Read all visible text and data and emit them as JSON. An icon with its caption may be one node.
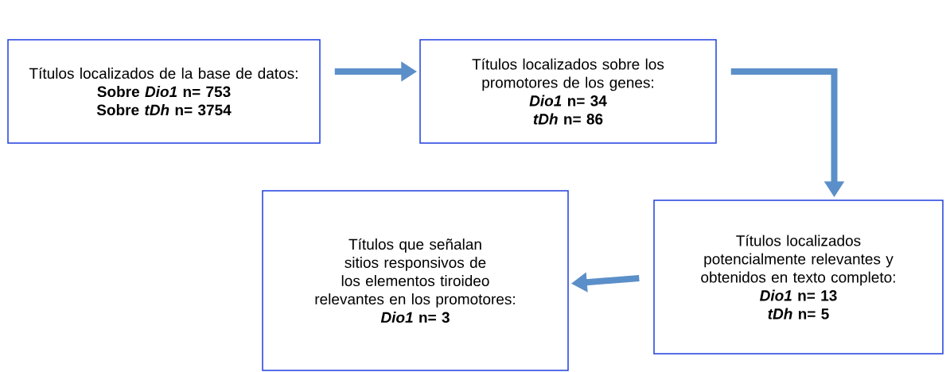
{
  "diagram": {
    "nodes": [
      {
        "text": [
          "Títulos localizados de la base de datos:",
          "Sobre *Dio1* n= 753",
          "Sobre *tDh* n= 3754"
        ]
      },
      {
        "text": [
          "Títulos localizados sobre los promotores de los genes:",
          "*Dio1* n= 34",
          "*tDh* n= 86"
        ]
      },
      {
        "text": [
          "Títulos localizados potencialmente relevantes y obtenidos en texto completo:",
          "*Dio1* n= 13",
          "*tDh* n= 5"
        ]
      },
      {
        "text": [
          "Títulos que señalan sitios responsivos de los elementos tiroideo relevantes en los promotores:",
          "*Dio1* n= 3"
        ]
      }
    ],
    "edges": [
      {
        "from": 0,
        "to": 1,
        "arrow": "to"
      },
      {
        "from": 1,
        "to": 2,
        "arrow": "to"
      },
      {
        "from": 2,
        "to": 3,
        "arrow": "to"
      }
    ]
  }
}
